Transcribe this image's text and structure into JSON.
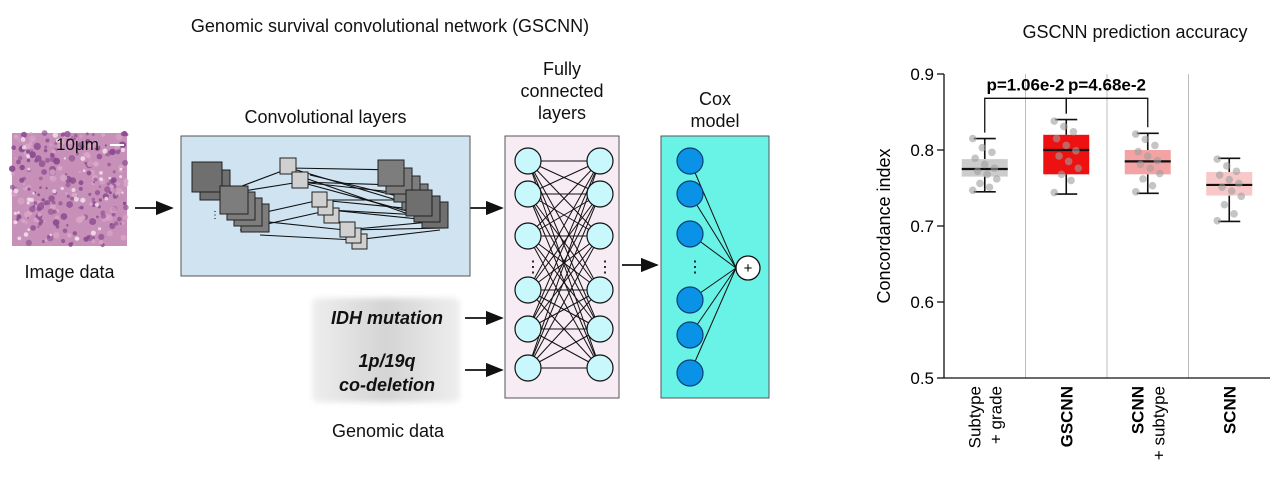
{
  "diagram": {
    "title": "Genomic survival convolutional network (GSCNN)",
    "image_label": "Image data",
    "scale_bar_label": "10μm",
    "conv_label": "Convolutional layers",
    "fc_label_lines": [
      "Fully",
      "connected",
      "layers"
    ],
    "cox_label_lines": [
      "Cox",
      "model"
    ],
    "genomic_inputs": [
      {
        "lines": [
          "IDH mutation"
        ]
      },
      {
        "lines": [
          "1p/19q",
          "co-deletion"
        ]
      }
    ],
    "genomic_label": "Genomic data",
    "colors": {
      "conv_bg": "#cfe3f1",
      "fc_bg": "#f7ecf3",
      "fc_node": "#c8f8fb",
      "cox_bg": "#69f2e6",
      "cox_node": "#0a93e6",
      "genomic_bg": "#dcdcdc",
      "tissue_purple": "#8a4a8f",
      "tissue_pink": "#d9a7c8"
    }
  },
  "chart_data": {
    "type": "box",
    "title": "GSCNN prediction accuracy",
    "ylabel": "Concordance index",
    "ylim": [
      0.5,
      0.9
    ],
    "yticks": [
      0.5,
      0.6,
      0.7,
      0.8,
      0.9
    ],
    "categories": [
      {
        "lines": [
          "Subtype",
          "+ grade"
        ],
        "bold": false
      },
      {
        "lines": [
          "GSCNN"
        ],
        "bold": true
      },
      {
        "lines": [
          "SCNN",
          "+ subtype"
        ],
        "bold": [
          true,
          false
        ]
      },
      {
        "lines": [
          "SCNN"
        ],
        "bold": true
      }
    ],
    "boxes": [
      {
        "min": 0.745,
        "q1": 0.765,
        "median": 0.775,
        "q3": 0.788,
        "max": 0.815,
        "fill": "#cccccc"
      },
      {
        "min": 0.742,
        "q1": 0.768,
        "median": 0.8,
        "q3": 0.82,
        "max": 0.84,
        "fill": "#ee1111"
      },
      {
        "min": 0.743,
        "q1": 0.768,
        "median": 0.785,
        "q3": 0.8,
        "max": 0.822,
        "fill": "#f3a3a3"
      },
      {
        "min": 0.706,
        "q1": 0.74,
        "median": 0.754,
        "q3": 0.771,
        "max": 0.789,
        "fill": "#f8c7c7"
      }
    ],
    "points": [
      [
        0.815,
        0.803,
        0.797,
        0.789,
        0.781,
        0.776,
        0.772,
        0.768,
        0.762,
        0.756,
        0.751,
        0.747
      ],
      [
        0.838,
        0.831,
        0.824,
        0.815,
        0.806,
        0.799,
        0.792,
        0.785,
        0.776,
        0.768,
        0.76,
        0.744
      ],
      [
        0.821,
        0.814,
        0.806,
        0.798,
        0.792,
        0.786,
        0.781,
        0.776,
        0.769,
        0.762,
        0.753,
        0.745
      ],
      [
        0.788,
        0.779,
        0.772,
        0.767,
        0.761,
        0.756,
        0.751,
        0.746,
        0.739,
        0.728,
        0.716,
        0.707
      ]
    ],
    "significance": [
      {
        "from": 0,
        "to": 1,
        "label": "p=1.06e-2"
      },
      {
        "from": 1,
        "to": 2,
        "label": "p=4.68e-2"
      }
    ]
  }
}
